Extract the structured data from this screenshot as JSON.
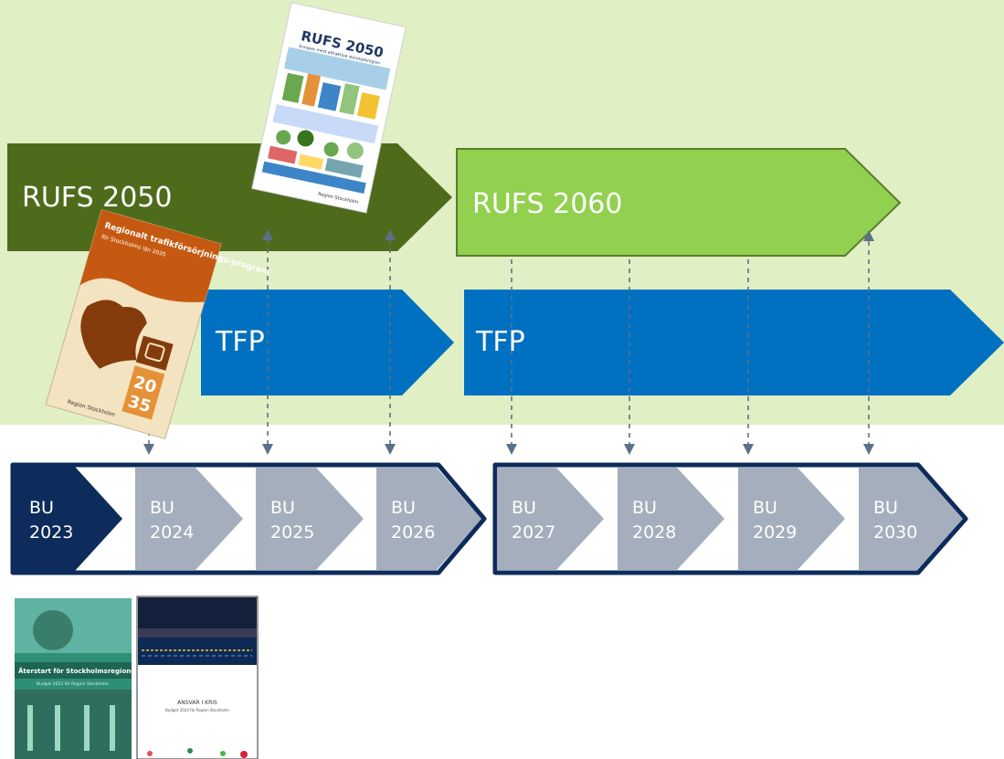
{
  "colors": {
    "background_top": "#e1efc4",
    "rufs_2050": "#4e6b1c",
    "rufs_2060": "#92d050",
    "tfp": "#0070c0",
    "bu_dark": "#0d2b5b",
    "bu_grey": "#a5aebc",
    "arrow": "#5b7088"
  },
  "rufs_2050": {
    "label": "RUFS 2050"
  },
  "rufs_2060": {
    "label": "RUFS 2060"
  },
  "tfp_1": {
    "label": "TFP"
  },
  "tfp_2": {
    "label": "TFP"
  },
  "budgets": [
    {
      "line1": "BU",
      "line2": "2023"
    },
    {
      "line1": "BU",
      "line2": "2024"
    },
    {
      "line1": "BU",
      "line2": "2025"
    },
    {
      "line1": "BU",
      "line2": "2026"
    },
    {
      "line1": "BU",
      "line2": "2027"
    },
    {
      "line1": "BU",
      "line2": "2028"
    },
    {
      "line1": "BU",
      "line2": "2029"
    },
    {
      "line1": "BU",
      "line2": "2030"
    }
  ],
  "covers": {
    "rufs": {
      "title": "RUFS 2050",
      "subtitle": "Europas mest attraktiva storstadsregion",
      "publisher": "Region Stockholm"
    },
    "trafik": {
      "title": "Regionalt trafikförsörjnings-program",
      "subtitle": "för Stockholms län 2035",
      "year_top": "20",
      "year_bottom": "35",
      "publisher": "Region Stockholm"
    },
    "budget_2023": {
      "title": "Återstart för Stockholmsregionen",
      "subtitle": "Budget 2023 för Region Stockholm"
    },
    "budget_2024": {
      "title": "ANSVAR I KRIS",
      "subtitle": "Budget 2024 för Region Stockholm"
    }
  }
}
